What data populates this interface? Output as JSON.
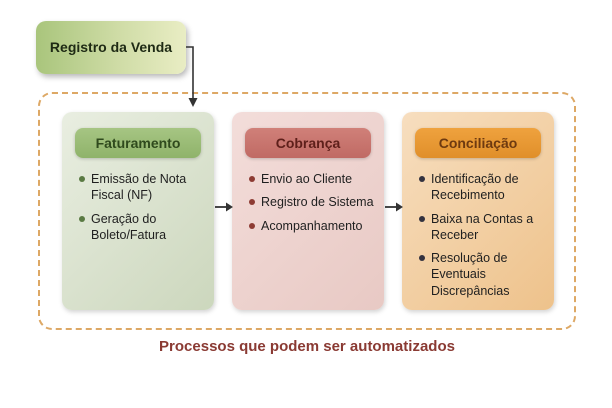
{
  "diagram": {
    "start_node": {
      "label": "Registro da Venda"
    },
    "caption": "Processos que podem ser automatizados",
    "cards": [
      {
        "title": "Faturamento",
        "items": [
          "Emissão de Nota Fiscal (NF)",
          "Geração do Boleto/Fatura"
        ],
        "colors": {
          "header_bg": "#9ebf76",
          "header_text": "#2f4a1d",
          "body_bg": "#dfe7d3",
          "bullet": "#5a7a43"
        }
      },
      {
        "title": "Cobrança",
        "items": [
          "Envio ao Cliente",
          "Registro de Sistema",
          "Acompanhamento"
        ],
        "colors": {
          "header_bg": "#c8736d",
          "header_text": "#5e1f1a",
          "body_bg": "#efd6d2",
          "bullet": "#8d3b33"
        }
      },
      {
        "title": "Conciliação",
        "items": [
          "Identificação de Recebimento",
          "Baixa na Contas a Receber",
          "Resolução de Eventuais Discrepâncias"
        ],
        "colors": {
          "header_bg": "#e79733",
          "header_text": "#6e3a10",
          "body_bg": "#f3d2a1",
          "bullet": "#33323f"
        }
      }
    ],
    "colors": {
      "boundary_dashed_border": "#dda865",
      "caption_text": "#8a3a33",
      "arrow": "#333333",
      "start_node_gradient_left": "#a9c57c",
      "start_node_gradient_right": "#e9edc4"
    }
  }
}
